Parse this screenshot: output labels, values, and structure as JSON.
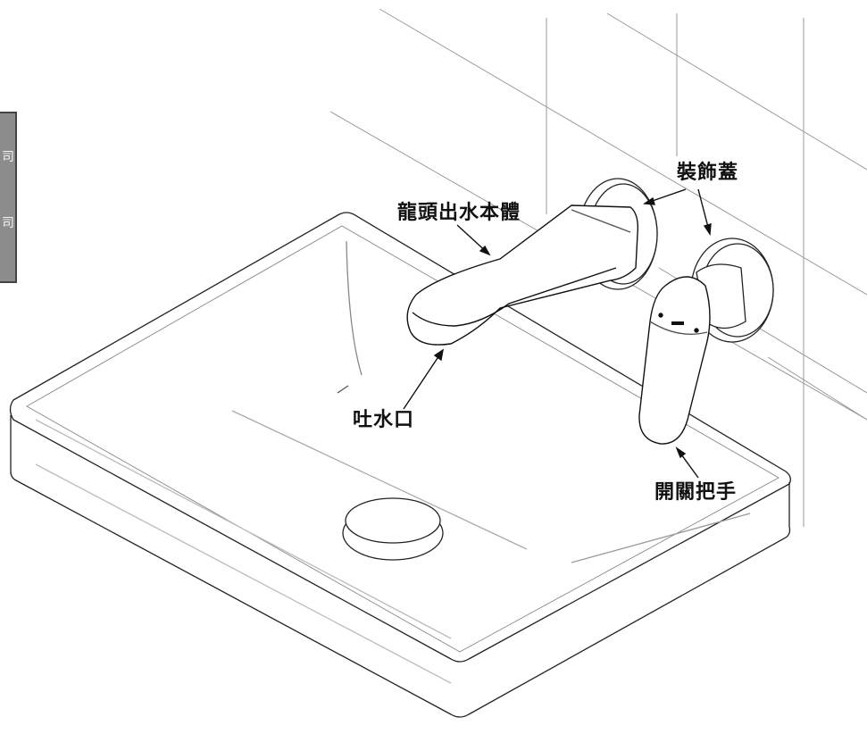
{
  "side_tab": {
    "glyph_1": "司",
    "glyph_2": "司"
  },
  "labels": {
    "spout_body": "龍頭出水本體",
    "cover_plate": "裝飾蓋",
    "outlet": "吐水口",
    "handle": "開關把手"
  }
}
